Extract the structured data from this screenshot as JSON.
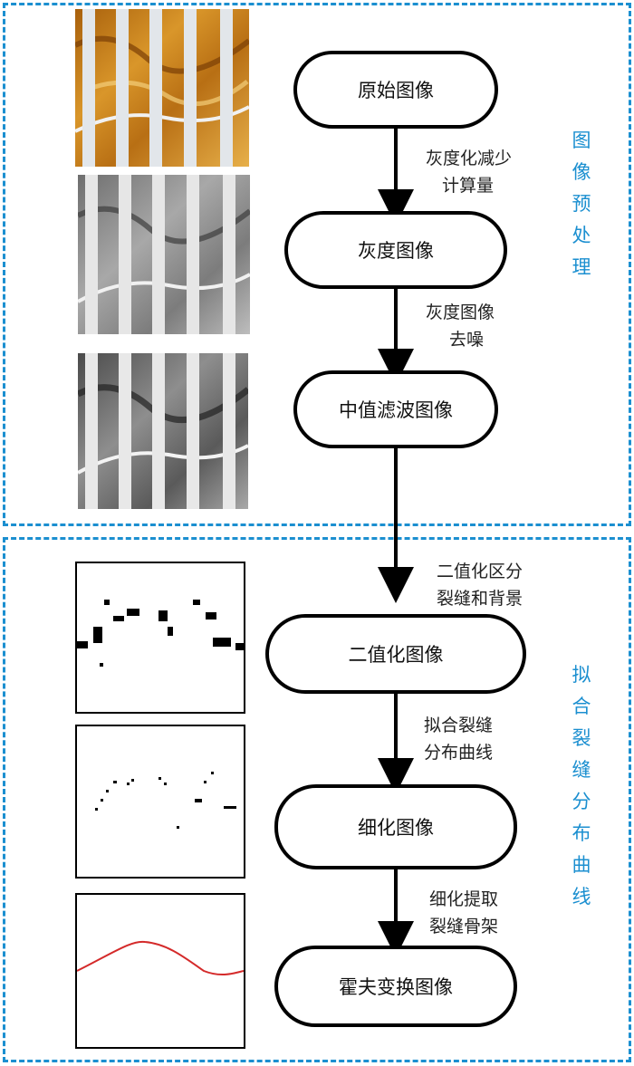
{
  "sections": [
    {
      "title": "图像预处理",
      "color": "#1b8fd0"
    },
    {
      "title": "拟合裂缝分布曲线",
      "color": "#1b8fd0"
    }
  ],
  "nodes": [
    {
      "label": "原始图像"
    },
    {
      "label": "灰度图像"
    },
    {
      "label": "中值滤波图像"
    },
    {
      "label": "二值化图像"
    },
    {
      "label": "细化图像"
    },
    {
      "label": "霍夫变换图像"
    }
  ],
  "edges": [
    {
      "line1": "灰度化减少",
      "line2": "计算量"
    },
    {
      "line1": "灰度图像",
      "line2": "去噪"
    },
    {
      "line1": "二值化区分",
      "line2": "裂缝和背景"
    },
    {
      "line1": "拟合裂缝",
      "line2": "分布曲线"
    },
    {
      "line1": "细化提取",
      "line2": "裂缝骨架"
    }
  ],
  "thumbnails": [
    {
      "name": "original-image-thumbnail",
      "style": "color"
    },
    {
      "name": "grayscale-image-thumbnail",
      "style": "gray"
    },
    {
      "name": "median-filter-image-thumbnail",
      "style": "gray-dark"
    },
    {
      "name": "binary-image-thumbnail",
      "style": "binary"
    },
    {
      "name": "thinned-image-thumbnail",
      "style": "thin"
    },
    {
      "name": "hough-transform-image-thumbnail",
      "style": "curve",
      "curve_color": "#d42a2a"
    }
  ]
}
